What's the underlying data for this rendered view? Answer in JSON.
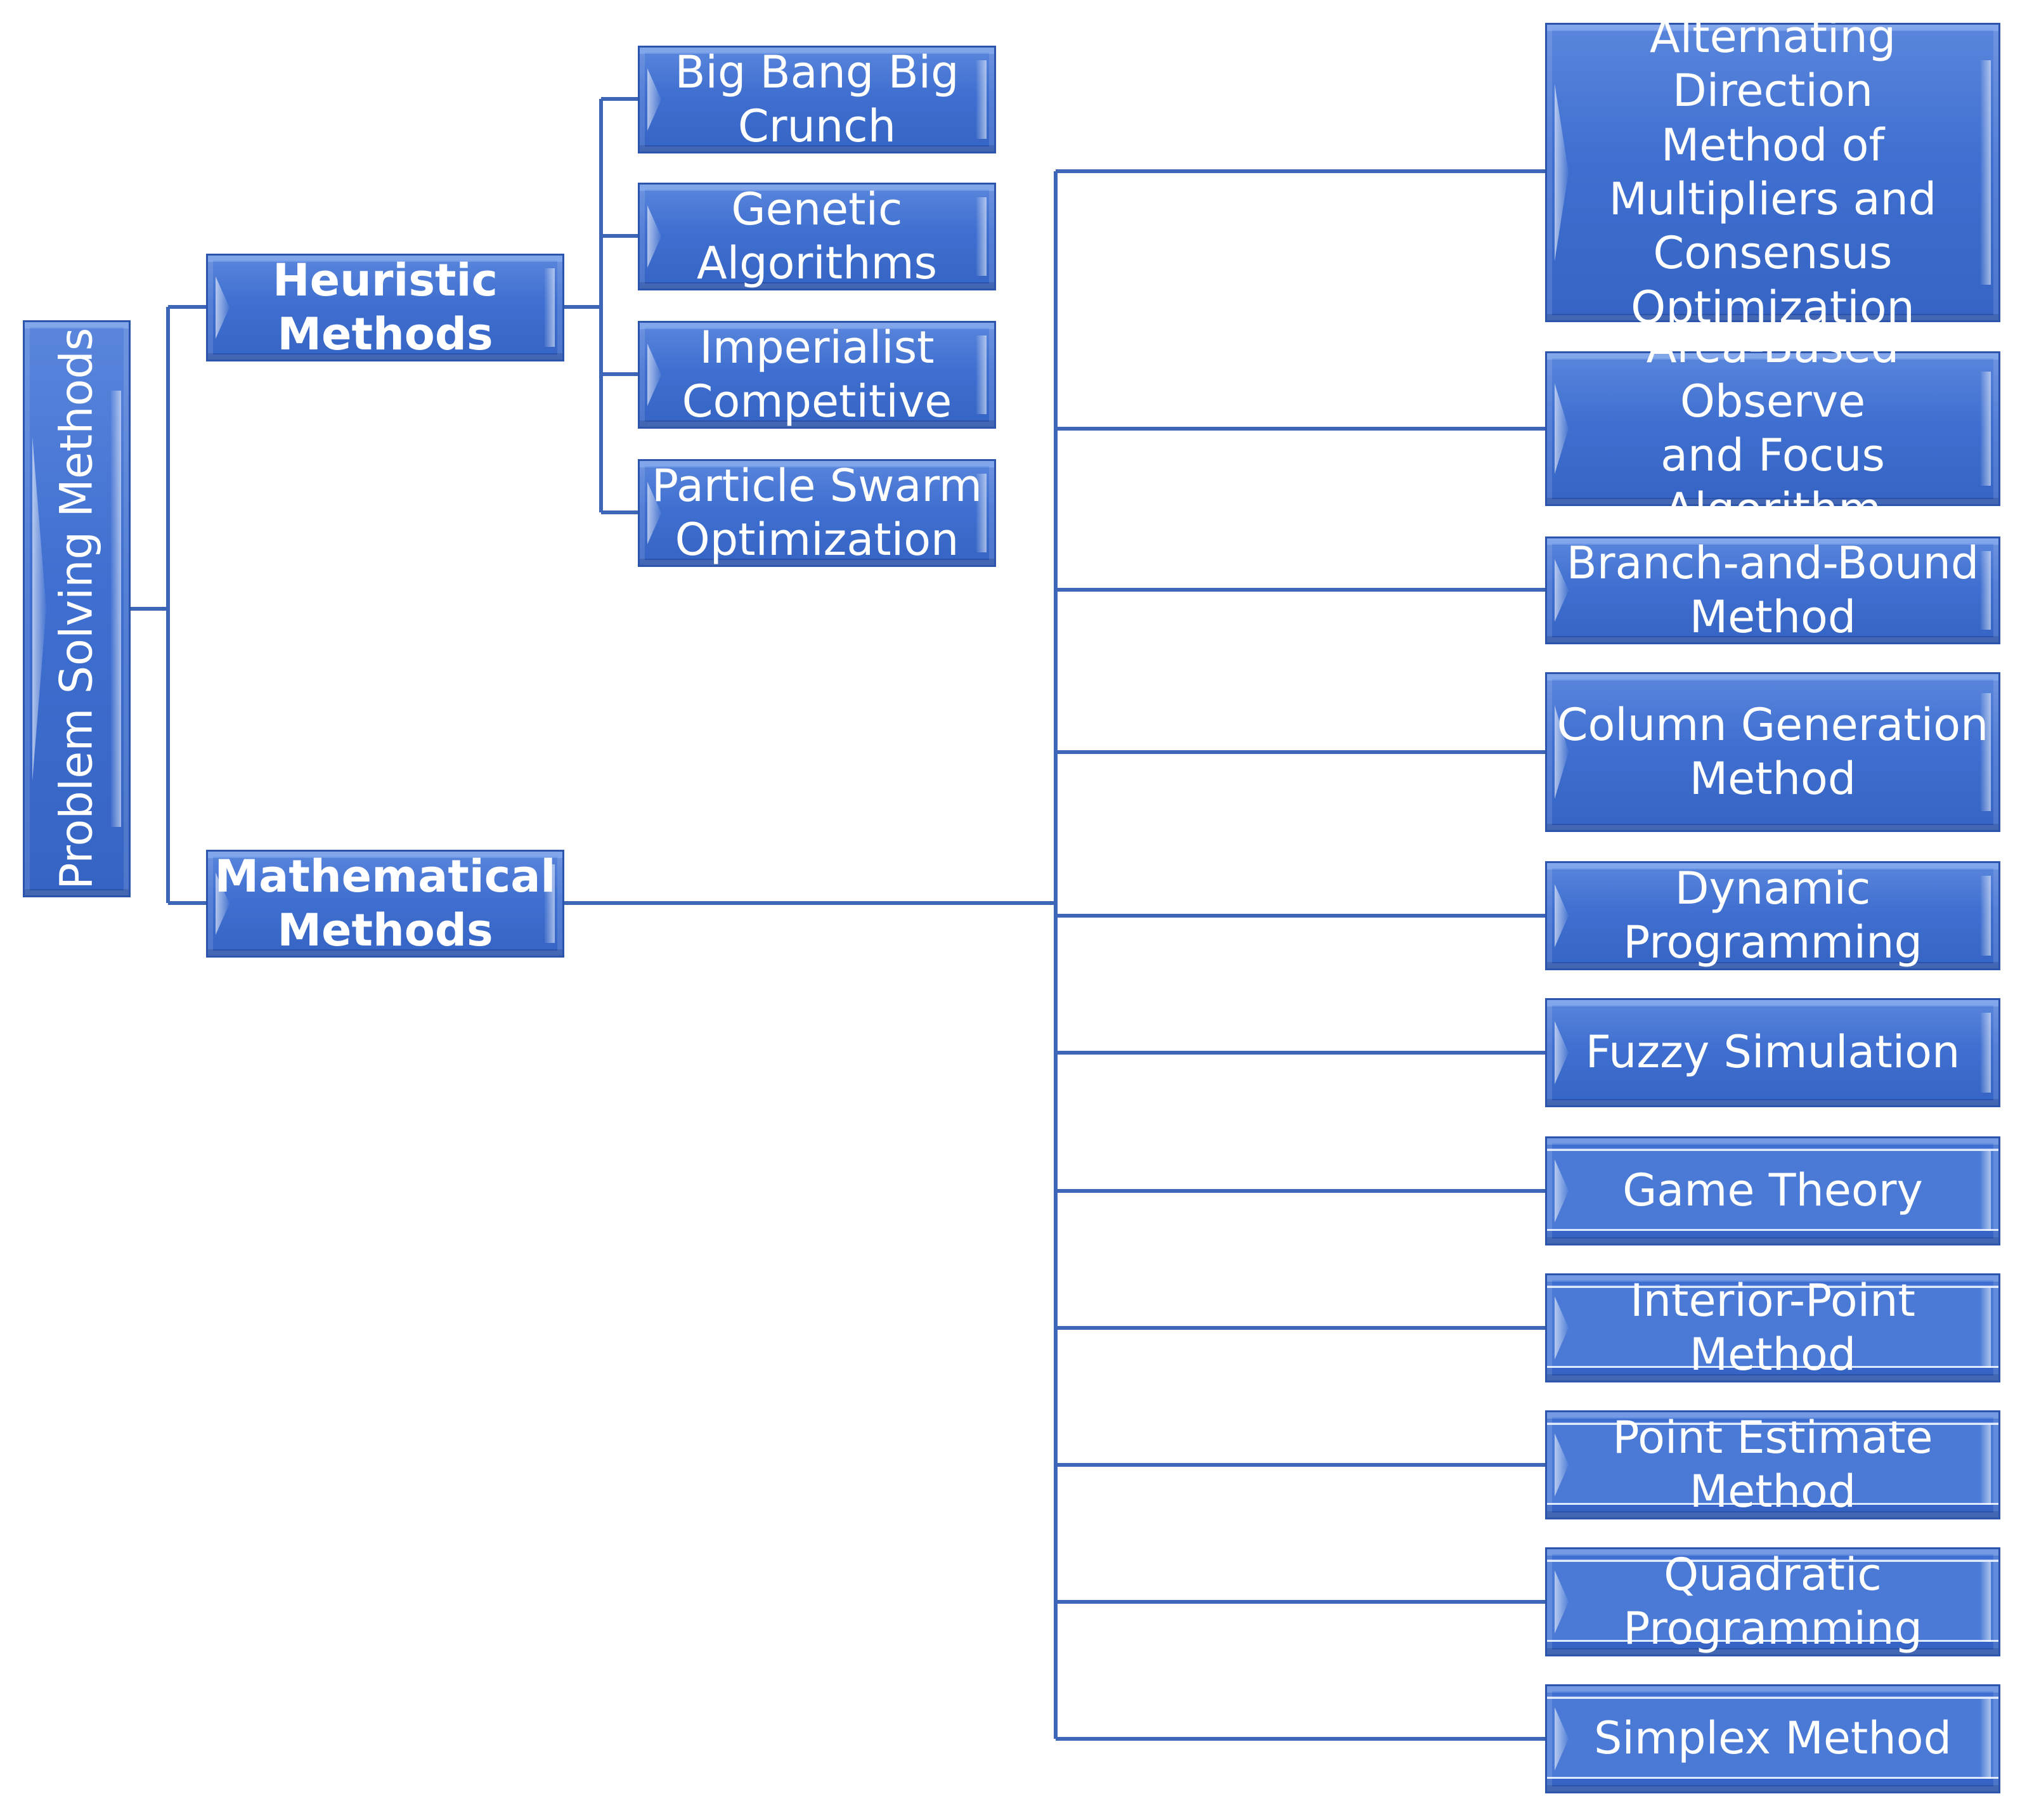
{
  "root": {
    "label": "Problem Solving Methods"
  },
  "heuristic": {
    "label": "Heuristic\nMethods",
    "children": [
      "Big Bang Big\nCrunch",
      "Genetic\nAlgorithms",
      "Imperialist\nCompetitive",
      "Particle Swarm\nOptimization"
    ]
  },
  "mathematical": {
    "label": "Mathematical\nMethods",
    "children": [
      "Alternating Direction\nMethod of\nMultipliers and\nConsensus\nOptimization",
      "Area-Based Observe\nand Focus Algorithm",
      "Branch-and-Bound\nMethod",
      "Column Generation\nMethod",
      "Dynamic\nProgramming",
      "Fuzzy Simulation",
      "Game Theory",
      "Interior-Point\nMethod",
      "Point Estimate\nMethod",
      "Quadratic\nProgramming",
      "Simplex Method"
    ]
  },
  "colors": {
    "box": "#3f6fd0",
    "border": "#2b55ad",
    "connector": "#3d66b8",
    "text": "#ffffff"
  }
}
